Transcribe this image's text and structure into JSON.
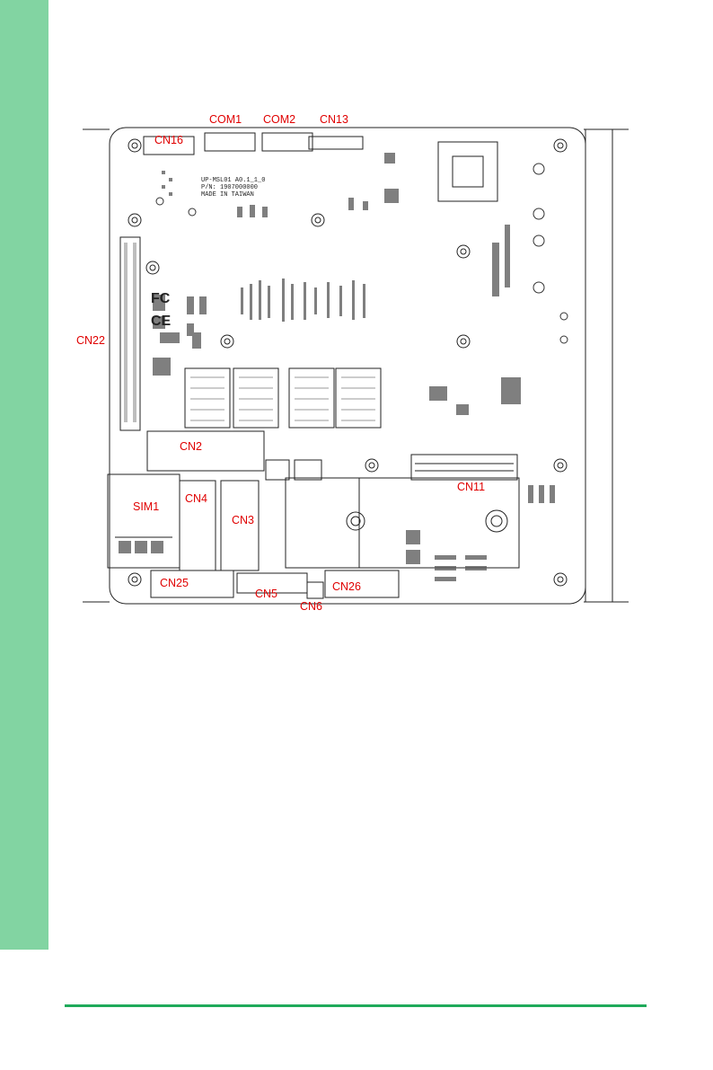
{
  "colors": {
    "sidebar": "#82d4a2",
    "footer_rule": "#1faa5b",
    "label": "#e00000"
  },
  "board": {
    "silkscreen_lines": [
      "UP-MSL01 A0.1_1_0",
      "P/N: 1907000000",
      "MADE IN TAIWAN"
    ]
  },
  "labels": {
    "com1": "COM1",
    "com2": "COM2",
    "cn13": "CN13",
    "cn16": "CN16",
    "cn22": "CN22",
    "cn2": "CN2",
    "cn4": "CN4",
    "sim1": "SIM1",
    "cn3": "CN3",
    "cn11": "CN11",
    "cn25": "CN25",
    "cn5": "CN5",
    "cn26": "CN26",
    "cn6": "CN6"
  }
}
